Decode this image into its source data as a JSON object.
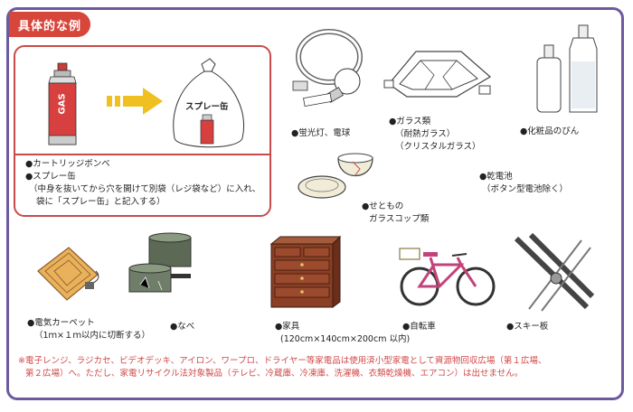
{
  "header": {
    "title": "具体的な例"
  },
  "spray_section": {
    "bag_label": "スプレー缶",
    "can_label": "GAS",
    "items": [
      "●カートリッジボンベ",
      "●スプレー缶"
    ],
    "instruction_1": "（中身を抜いてから穴を開けて別袋（レジ袋など）に入れ、",
    "instruction_2": "袋に「スプレー缶」と記入する）"
  },
  "items": {
    "fluorescent": "●蛍光灯、電球",
    "glass_1": "●ガラス類",
    "glass_2": "（耐熱ガラス）",
    "glass_3": "（クリスタルガラス）",
    "cosmetics": "●化粧品のびん",
    "battery_1": "●乾電池",
    "battery_2": "（ボタン型電池除く）",
    "pottery_1": "●せともの",
    "pottery_2": "ガラスコップ類",
    "carpet_1": "●電気カーペット",
    "carpet_2": "（1ｍ×１ｍ以内に切断する）",
    "pot": "●なべ",
    "furniture_1": "●家具",
    "furniture_2": "(120cm×140cm×200cm 以内)",
    "bicycle": "●自転車",
    "ski": "●スキー板"
  },
  "notes": {
    "line1": "※電子レンジ、ラジカセ、ビデオデッキ、アイロン、ワープロ、ドライヤー等家電品は使用済小型家電として資源物回収広場（第１広場、",
    "line2": "第２広場）へ。ただし、家電リサイクル法対象製品（テレビ、冷蔵庫、冷凍庫、洗濯機、衣類乾燥機、エアコン）は出せません。"
  },
  "colors": {
    "frame": "#6d5a9e",
    "title_bg": "#d6463a",
    "spray_border": "#c84a4a",
    "note_text": "#d04848",
    "arrow": "#f0c020"
  }
}
